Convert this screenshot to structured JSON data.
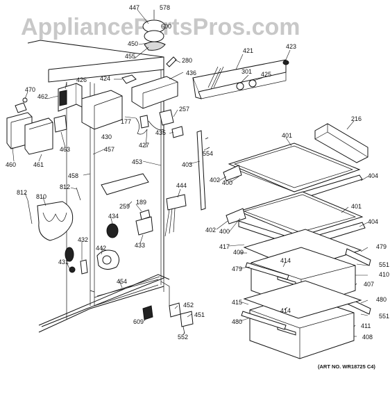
{
  "watermark": "AppliancePartsPros.com",
  "art_number": "(ART NO. WR18725 C4)",
  "parts": {
    "p447": "447",
    "p578": "578",
    "p600": "600",
    "p450": "450",
    "p455": "455",
    "p280": "280",
    "p421": "421",
    "p423": "423",
    "p301": "301",
    "p425": "425",
    "p436": "436",
    "p424": "424",
    "p470": "470",
    "p462": "462",
    "p426": "426",
    "p257": "257",
    "p177": "177",
    "p435": "435",
    "p216": "216",
    "p401a": "401",
    "p430": "430",
    "p427": "427",
    "p554": "554",
    "p460": "460",
    "p461": "461",
    "p463": "463",
    "p457": "457",
    "p453": "453",
    "p403": "403",
    "p402a": "402",
    "p400a": "400",
    "p404a": "404",
    "p458": "458",
    "p812a": "812",
    "p444": "444",
    "p812b": "812",
    "p810": "810",
    "p259": "259",
    "p189": "189",
    "p401b": "401",
    "p434": "434",
    "p402b": "402",
    "p400b": "400",
    "p404b": "404",
    "p432": "432",
    "p417": "417",
    "p409": "409",
    "p479a": "479",
    "p442": "442",
    "p433": "433",
    "p414a": "414",
    "p431": "431",
    "p551a": "551",
    "p479b": "479",
    "p410": "410",
    "p454": "454",
    "p407": "407",
    "p415": "415",
    "p480a": "480",
    "p452": "452",
    "p414b": "414",
    "p609": "609",
    "p451": "451",
    "p551b": "551",
    "p480b": "480",
    "p411": "411",
    "p552": "552",
    "p408": "408"
  }
}
